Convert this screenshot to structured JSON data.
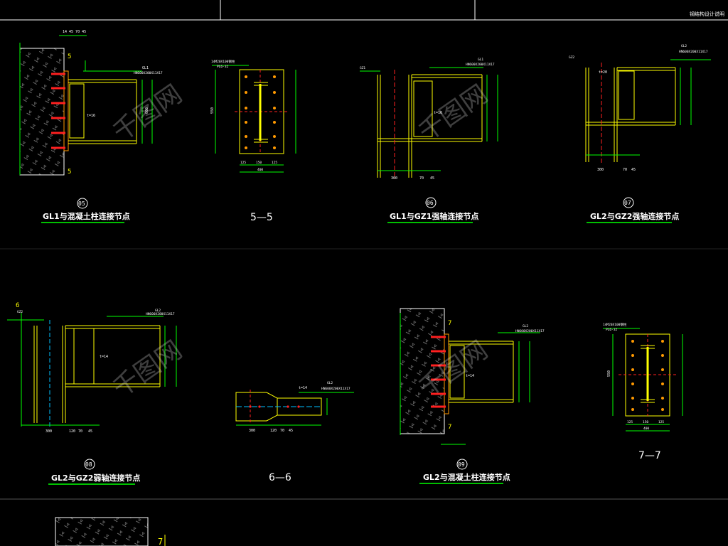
{
  "header": {
    "right_title": "钢结构设计说明"
  },
  "details": [
    {
      "id": "d05",
      "number": "05",
      "title": "GL1与混凝土柱连接节点",
      "member": "GL1",
      "section": "HN600X200X11X17",
      "t_label": "t=16"
    },
    {
      "id": "d55",
      "section_title": "5—5",
      "note": "14M20X100钢柱",
      "plate": "PL6-32",
      "dims_bottom": [
        "125",
        "150",
        "125"
      ],
      "total_bottom": "400",
      "height": "550"
    },
    {
      "id": "d06",
      "number": "06",
      "title": "GL1与GZ1强轴连接节点",
      "member": "GL1",
      "section": "HN600X200X11X17",
      "column": "GZ1",
      "t_label": "t=16",
      "dims_bottom": [
        "300",
        "70",
        "45"
      ]
    },
    {
      "id": "d07",
      "number": "07",
      "title": "GL2与GZ2强轴连接节点",
      "member": "GL2",
      "section": "HN600X200X11X17",
      "column": "GZ2",
      "t_label": "t=20",
      "dims_bottom": [
        "300",
        "70",
        "45"
      ]
    },
    {
      "id": "d08",
      "number": "08",
      "title": "GL2与GZ2弱轴连接节点",
      "member": "GL2",
      "section": "HN600X200X11X17",
      "column": "GZ2",
      "t_label": "t=14",
      "dims_bottom": [
        "300",
        "120",
        "70",
        "45"
      ]
    },
    {
      "id": "d66",
      "section_title": "6—6",
      "member": "GL2",
      "section": "HN600X200X11X17",
      "t_label": "t=14",
      "dims_bottom": [
        "300",
        "120",
        "70",
        "45"
      ]
    },
    {
      "id": "d09",
      "number": "09",
      "title": "GL2与混凝土柱连接节点",
      "member": "GL2",
      "section": "HN600X200X11X17",
      "t_label": "t=14"
    },
    {
      "id": "d77",
      "section_title": "7—7",
      "note": "14M20X100钢柱",
      "plate": "PL6-32",
      "dims_bottom": [
        "125",
        "150",
        "125"
      ],
      "total_bottom": "400",
      "height": "550"
    }
  ],
  "watermark": "千图网",
  "colors": {
    "background": "#000000",
    "yellow": "#ffff00",
    "green": "#00ff00",
    "white": "#ffffff",
    "red": "#ff2020",
    "cyan": "#00bfff",
    "orange": "#ff9900",
    "gray": "#8c8c8c"
  }
}
